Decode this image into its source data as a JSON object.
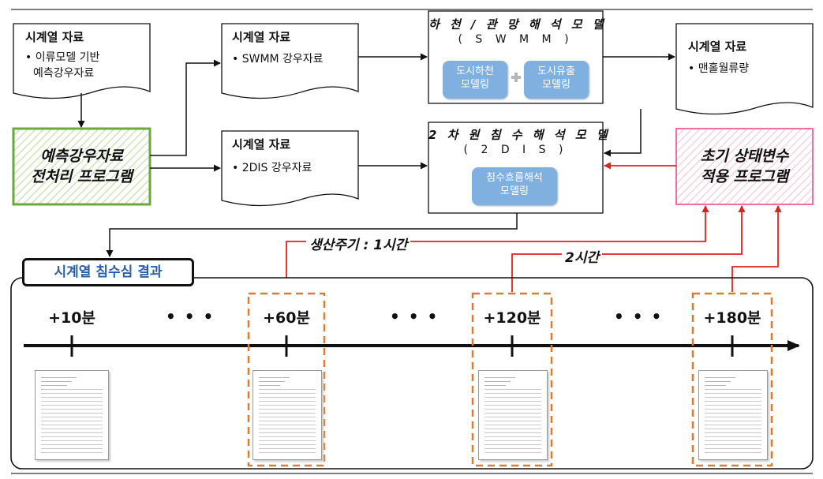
{
  "docs": {
    "forecast_input": {
      "title": "시계열 자료",
      "items": [
        "• 이류모델 기반",
        "예측강우자료"
      ]
    },
    "swmm_rain": {
      "title": "시계열 자료",
      "items": [
        "• SWMM 강우자료"
      ]
    },
    "dis_rain": {
      "title": "시계열 자료",
      "items": [
        "• 2DIS 강우자료"
      ]
    },
    "manhole": {
      "title": "시계열 자료",
      "items": [
        "• 맨홀월류량"
      ]
    }
  },
  "preprocess_program": {
    "line1": "예측강우자료",
    "line2": "전처리 프로그램"
  },
  "initial_program": {
    "line1": "초기 상태변수",
    "line2": "적용 프로그램"
  },
  "swmm_model": {
    "title": "하 천 / 관 망 해 석  모 델",
    "subtitle": "( S W M M )",
    "module_a": [
      "도시하천",
      "모델링"
    ],
    "module_b": [
      "도시유출",
      "모델링"
    ]
  },
  "dis_model": {
    "title": "2 차 원  침 수 해 석  모 델",
    "subtitle": "( 2 D I S )",
    "module": [
      "침수흐름해석",
      "모델링"
    ]
  },
  "result": {
    "title": "시계열 침수심 결과"
  },
  "timeline": {
    "ticks": [
      "+10분",
      "+60분",
      "+120분",
      "+180분"
    ],
    "ellipsis": "• • •"
  },
  "annotations": {
    "production_cycle": "생산주기 : 1시간",
    "interval": "2시간"
  },
  "colors": {
    "green": "#6aaa3a",
    "pink": "#ee6fa0",
    "red": "#e02020",
    "orange": "#e07a2a",
    "blue_pill": "#7fb0e0",
    "title_blue": "#2c5ea8"
  }
}
